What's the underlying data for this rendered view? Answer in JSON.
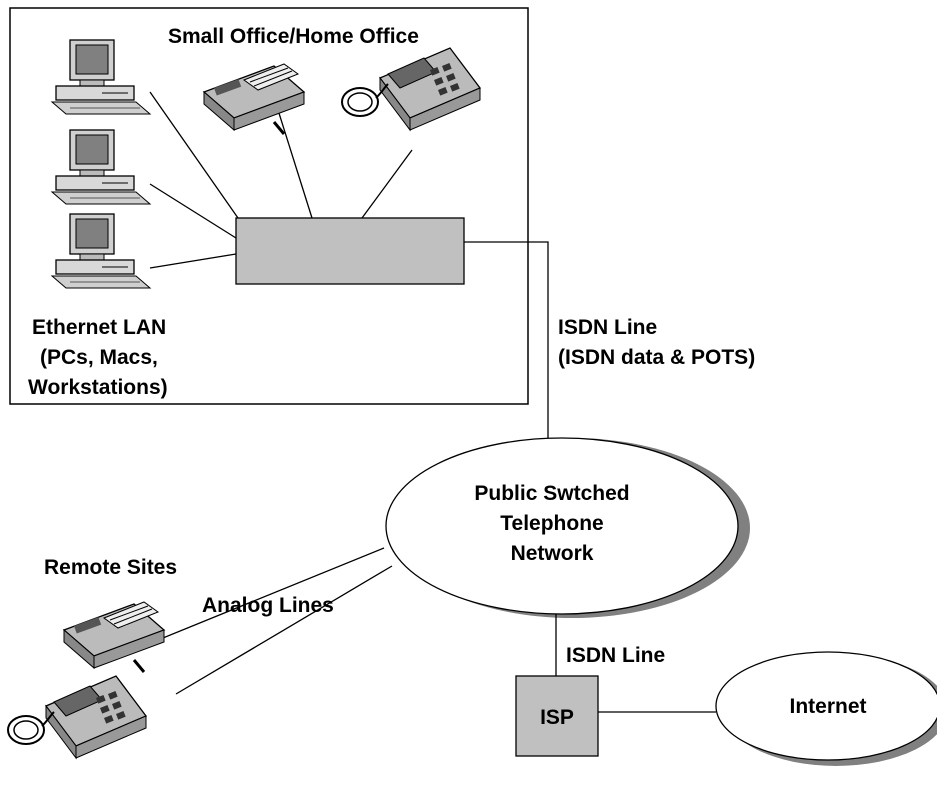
{
  "soho": {
    "title": "Small Office/Home Office",
    "lan_label": [
      "Ethernet LAN",
      "(PCs, Macs,",
      "Workstations)"
    ],
    "device_icons": [
      "desktop-computer-icon",
      "desktop-computer-icon",
      "desktop-computer-icon",
      "fax-machine-icon",
      "telephone-icon"
    ]
  },
  "links": {
    "soho_isdn": [
      "ISDN Line",
      "(ISDN data & POTS)"
    ],
    "isp_isdn": "ISDN Line",
    "analog": "Analog Lines"
  },
  "pstn": {
    "label": [
      "Public Swtched",
      "Telephone",
      "Network"
    ]
  },
  "remote": {
    "title": "Remote Sites",
    "device_icons": [
      "fax-machine-icon",
      "telephone-icon"
    ]
  },
  "isp": {
    "label": "ISP"
  },
  "internet": {
    "label": "Internet"
  },
  "colors": {
    "box_fill": "#c0c0c0",
    "shadow": "#808080",
    "line": "#000000",
    "background": "#ffffff"
  }
}
